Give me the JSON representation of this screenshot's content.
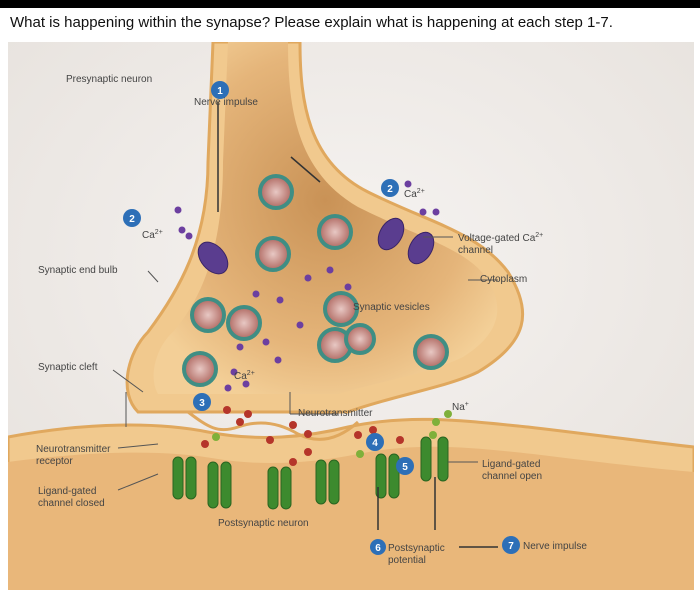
{
  "question": "What is happening within the synapse? Please explain what is happening at each step 1-7.",
  "figure": {
    "labels": {
      "presynaptic_neuron": "Presynaptic neuron",
      "nerve_impulse_top": "Nerve impulse",
      "ca_2a": "Ca",
      "ca_2b": "Ca",
      "ca_3": "Ca",
      "ca_superscript": "2+",
      "voltage_gated_1": "Voltage-gated Ca",
      "voltage_gated_2": "channel",
      "cytoplasm": "Cytoplasm",
      "synaptic_end_bulb": "Synaptic end bulb",
      "synaptic_vesicles": "Synaptic vesicles",
      "synaptic_cleft": "Synaptic cleft",
      "neurotransmitter": "Neurotransmitter",
      "na": "Na",
      "na_superscript": "+",
      "nt_receptor_1": "Neurotransmitter",
      "nt_receptor_2": "receptor",
      "lg_closed_1": "Ligand-gated",
      "lg_closed_2": "channel closed",
      "lg_open_1": "Ligand-gated",
      "lg_open_2": "channel open",
      "postsynaptic_neuron": "Postsynaptic neuron",
      "postsynaptic_potential_1": "Postsynaptic",
      "postsynaptic_potential_2": "potential",
      "nerve_impulse_bottom": "Nerve impulse"
    },
    "steps": [
      "1",
      "2",
      "2",
      "3",
      "4",
      "5",
      "6",
      "7"
    ],
    "colors": {
      "neuron": "#f1c98e",
      "neuron_edge": "#e0a85e",
      "background": "#f4f1ee",
      "vesicle_ring": "#3f8e84",
      "neurotransmitter": "#b5352a",
      "ca_ion": "#6c3fa0",
      "channel": "#5a3d8f",
      "receptor": "#3d8a2e",
      "step_badge": "#2d6fb7"
    }
  }
}
